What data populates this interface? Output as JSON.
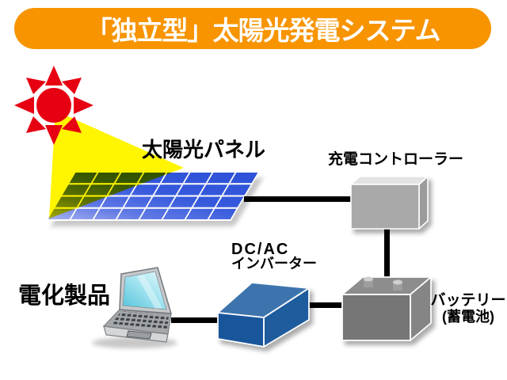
{
  "title": "「独立型」太陽光発電システム",
  "components": {
    "solar_panel": {
      "label": "太陽光パネル"
    },
    "charge_controller": {
      "label": "充電コントローラー"
    },
    "inverter": {
      "label_line1": "DC/AC",
      "label_line2": "インバーター"
    },
    "battery": {
      "label_line1": "バッテリー",
      "label_line2": "(蓄電池)"
    },
    "appliance": {
      "label": "電化製品"
    }
  },
  "icons": {
    "sun": "sun-icon",
    "light_beam": "light-beam",
    "solar_panel": "solar-panel-icon",
    "charge_controller": "controller-box-icon",
    "battery": "battery-box-icon",
    "inverter": "inverter-box-icon",
    "appliance": "laptop-icon"
  },
  "colors": {
    "banner_bg": "#F79400",
    "banner_text": "#FFFFFF",
    "label_text": "#000000",
    "sun_red": "#E60012",
    "beam_yellow": "#FFF500",
    "panel_blue_dark": "#2E53D8",
    "panel_blue_light": "#A9B3EF",
    "panel_grid": "#FFFFFF",
    "wire": "#000000",
    "controller_front": "#A9A9A9",
    "controller_top": "#E3E3E3",
    "controller_side": "#9B9B9B",
    "battery_front": "#767676",
    "battery_top": "#8D8D8D",
    "battery_side": "#858585",
    "inverter_top": "#3D74AD",
    "inverter_front": "#19559B",
    "inverter_side": "#1F5C9E",
    "screen_cyan": "#54C3D9",
    "laptop_body": "#C6C9CC"
  }
}
